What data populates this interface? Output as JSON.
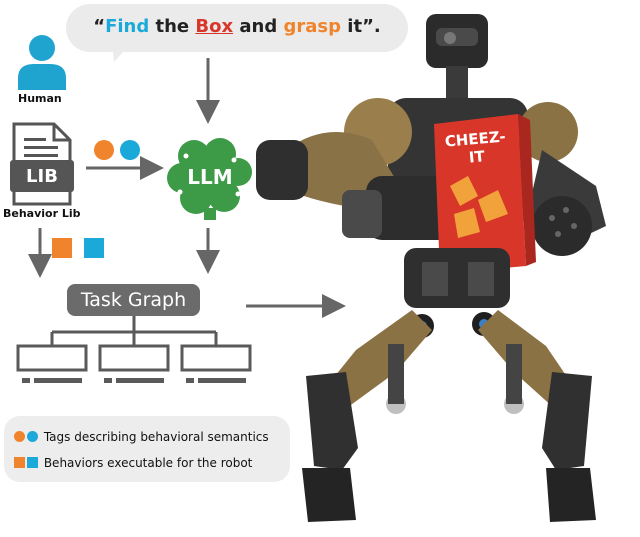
{
  "instruction": {
    "open_quote": "“",
    "w1": "Find",
    "w2": " the ",
    "w3": "Box",
    "w4": " and ",
    "w5": "grasp",
    "w6": " it",
    "close_quote": "”."
  },
  "human_label": "Human",
  "lib_icon_text": "LIB",
  "behavior_lib_label": "Behavior Lib",
  "llm_label": "LLM",
  "task_graph_label": "Task Graph",
  "product_brand": "CHEEZ-IT",
  "legend": {
    "tags_text": "Tags describing behavioral semantics",
    "behaviors_text": "Behaviors executable for the robot"
  },
  "colors": {
    "orange": "#f0842c",
    "blue": "#1aa9d8",
    "red": "#d9362a",
    "llm_green": "#3d9a47",
    "icon_dark": "#5a5a5a",
    "arrow_gray": "#666666"
  }
}
